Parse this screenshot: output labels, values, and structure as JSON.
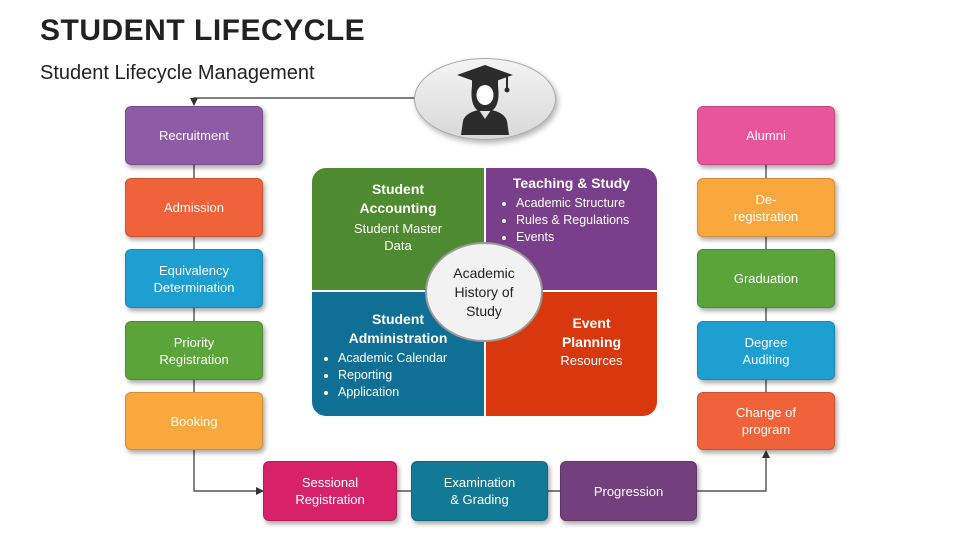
{
  "title": "STUDENT LIFECYCLE",
  "subtitle": "Student Lifecycle Management",
  "left_column": [
    {
      "label": "Recruitment",
      "color": "#8e5ca6"
    },
    {
      "label": "Admission",
      "color": "#f0623a"
    },
    {
      "label": "Equivalency\nDetermination",
      "color": "#1d9fd1"
    },
    {
      "label": "Priority\nRegistration",
      "color": "#5aa43a"
    },
    {
      "label": "Booking",
      "color": "#f8a83e"
    }
  ],
  "bottom_row": [
    {
      "label": "Sessional\nRegistration",
      "color": "#d7226a"
    },
    {
      "label": "Examination\n& Grading",
      "color": "#137a95"
    },
    {
      "label": "Progression",
      "color": "#743f7d"
    }
  ],
  "right_column": [
    {
      "label": "Alumni",
      "color": "#e8559a"
    },
    {
      "label": "De-\nregistration",
      "color": "#f8a83e"
    },
    {
      "label": "Graduation",
      "color": "#5aa43a"
    },
    {
      "label": "Degree\nAuditing",
      "color": "#1d9fd1"
    },
    {
      "label": "Change of\nprogram",
      "color": "#f0623a"
    }
  ],
  "center": {
    "circle_label": "Academic\nHistory of\nStudy",
    "top_left": {
      "title": "Student\nAccounting",
      "subtitle": "Student Master\nData"
    },
    "top_right": {
      "title": "Teaching & Study",
      "bullets": [
        "Academic Structure",
        "Rules & Regulations",
        "Events"
      ]
    },
    "bottom_left": {
      "title": "Student\nAdministration",
      "bullets": [
        "Academic Calendar",
        "Reporting",
        "Application"
      ]
    },
    "bottom_right": {
      "title": "Event\nPlanning",
      "subtitle": "Resources"
    }
  },
  "icons": {
    "avatar": "graduate-icon"
  }
}
